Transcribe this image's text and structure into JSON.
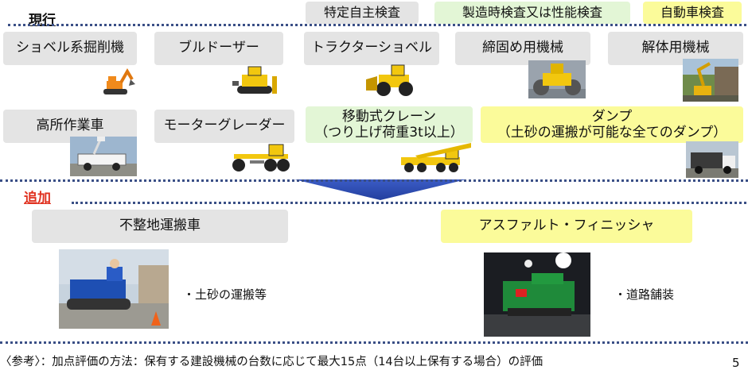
{
  "current": {
    "label": "現行",
    "legend": [
      {
        "label": "特定自主検査",
        "color": "#e4e4e4"
      },
      {
        "label": "製造時検査又は性能検査",
        "color": "#e3f6d6"
      },
      {
        "label": "自動車検査",
        "color": "#fbfb9a"
      }
    ],
    "machines": [
      {
        "label": "ショベル系掘削機",
        "icon": "excavator-image"
      },
      {
        "label": "ブルドーザー",
        "icon": "bulldozer-image"
      },
      {
        "label": "トラクターショベル",
        "icon": "wheel-loader-image"
      },
      {
        "label": "締固め用機械",
        "icon": "road-roller-image"
      },
      {
        "label": "解体用機械",
        "icon": "demolition-machine-photo"
      },
      {
        "label": "高所作業車",
        "icon": "aerial-work-vehicle-photo"
      },
      {
        "label": "モーターグレーダー",
        "icon": "motor-grader-image"
      },
      {
        "label": "移動式クレーン\n（つり上げ荷重3t以上）",
        "icon": "mobile-crane-image"
      },
      {
        "label": "ダンプ\n（土砂の運搬が可能な全てのダンプ）",
        "icon": "dump-truck-photo"
      }
    ]
  },
  "added": {
    "label": "追加",
    "items": [
      {
        "label": "不整地運搬車",
        "note": "・土砂の運搬等",
        "icon": "crawler-carrier-photo"
      },
      {
        "label": "アスファルト・フィニッシャ",
        "note": "・道路舗装",
        "icon": "asphalt-finisher-photo"
      }
    ]
  },
  "footer": {
    "reference": "〈参考〉：加点評価の方法：保有する建設機械の台数に応じて最大15点（14台以上保有する場合）の評価",
    "page_number": "5"
  }
}
